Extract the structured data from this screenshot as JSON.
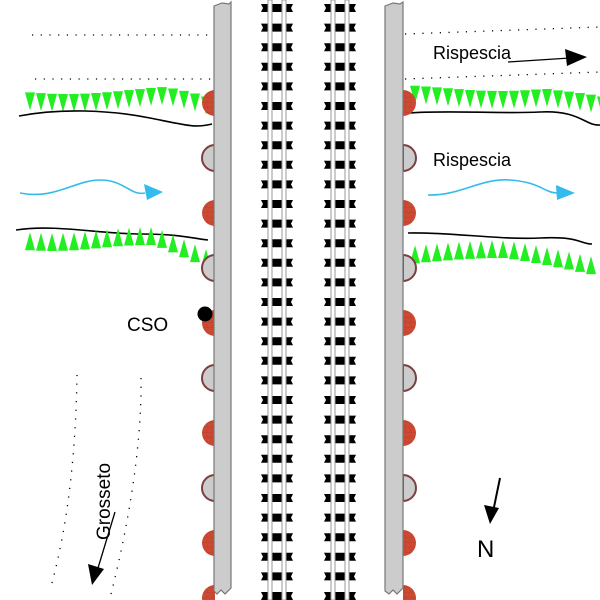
{
  "labels": {
    "road_top": "Rispescia",
    "river": "Rispescia",
    "cso": "CSO",
    "road_bottom": "Grosseto",
    "north": "N"
  },
  "colors": {
    "wall": "#cccccc",
    "wall_stroke": "#777777",
    "pier_red": "#cc4a33",
    "pier_outline": "#7a4040",
    "vegetation": "#22ee22",
    "flow_arrow": "#33bbee",
    "rail": "#999999",
    "sleeper": "#000000",
    "ink": "#000000"
  },
  "piers": [
    "red",
    "gray",
    "red",
    "gray",
    "red",
    "gray",
    "red",
    "gray",
    "red",
    "red"
  ],
  "rail_sleeper_count": 31,
  "cso_marker": {
    "pier_index": 4
  }
}
